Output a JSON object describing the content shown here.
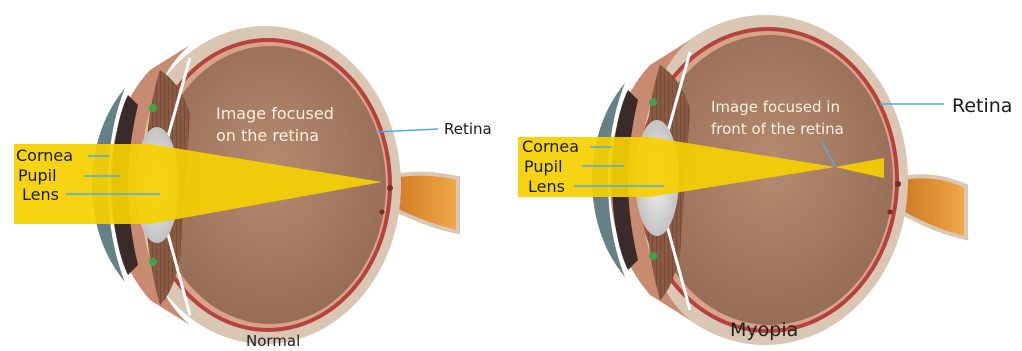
{
  "normal": {
    "caption": "Normal",
    "focus_text_line1": "Image focused",
    "focus_text_line2": "on the retina",
    "retina_label": "Retina",
    "cornea_label": "Cornea",
    "pupil_label": "Pupil",
    "lens_label": "Lens"
  },
  "myopia": {
    "caption": "Myopia",
    "focus_text_line1": "Image focused in",
    "focus_text_line2": "front of the retina",
    "retina_label": "Retina",
    "cornea_label": "Cornea",
    "pupil_label": "Pupil",
    "lens_label": "Lens"
  },
  "colors": {
    "light_beam": "#f5d000",
    "sclera": "#d9c7b4",
    "choroid": "#b5423c",
    "interior": "#a9826a",
    "optic_nerve": "#e0962a",
    "leader_line": "#4aaee0"
  }
}
